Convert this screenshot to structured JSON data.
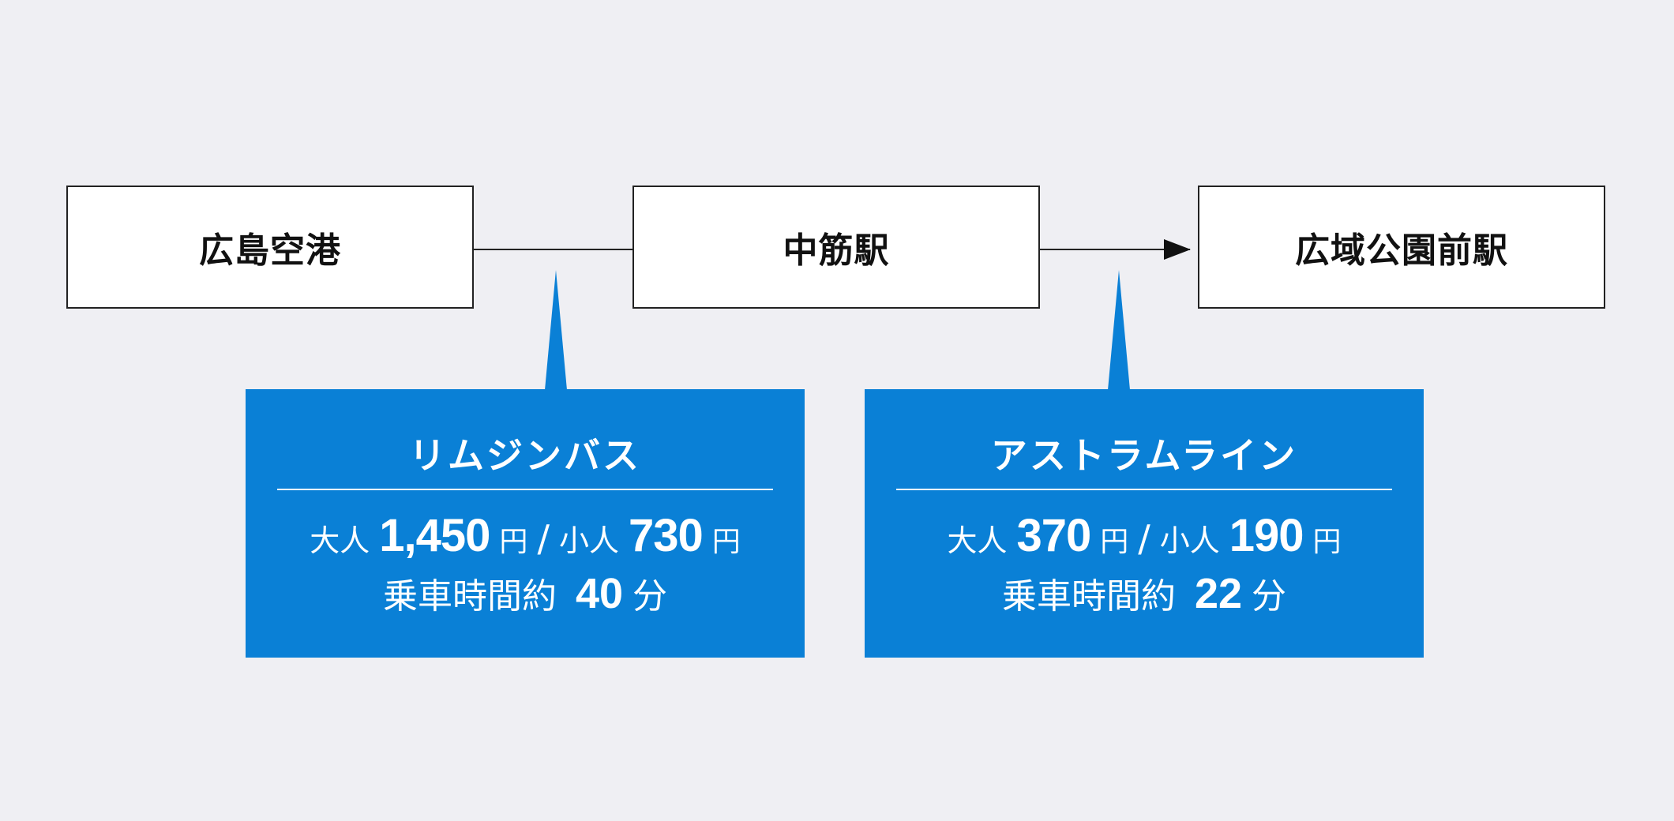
{
  "colors": {
    "background": "#efeff3",
    "station_fill": "#ffffff",
    "station_border": "#222222",
    "info_box_fill": "#0a80d6",
    "info_text": "#ffffff"
  },
  "stations": [
    {
      "name": "広島空港"
    },
    {
      "name": "中筋駅"
    },
    {
      "name": "広域公園前駅"
    }
  ],
  "routes": [
    {
      "name": "リムジンバス",
      "adult_label": "大人",
      "adult_fare": "1,450",
      "child_label": "小人",
      "child_fare": "730",
      "currency": "円",
      "separator": "/",
      "time_label": "乗車時間約",
      "time_value": "40",
      "time_unit": "分"
    },
    {
      "name": "アストラムライン",
      "adult_label": "大人",
      "adult_fare": "370",
      "child_label": "小人",
      "child_fare": "190",
      "currency": "円",
      "separator": "/",
      "time_label": "乗車時間約",
      "time_value": "22",
      "time_unit": "分"
    }
  ]
}
